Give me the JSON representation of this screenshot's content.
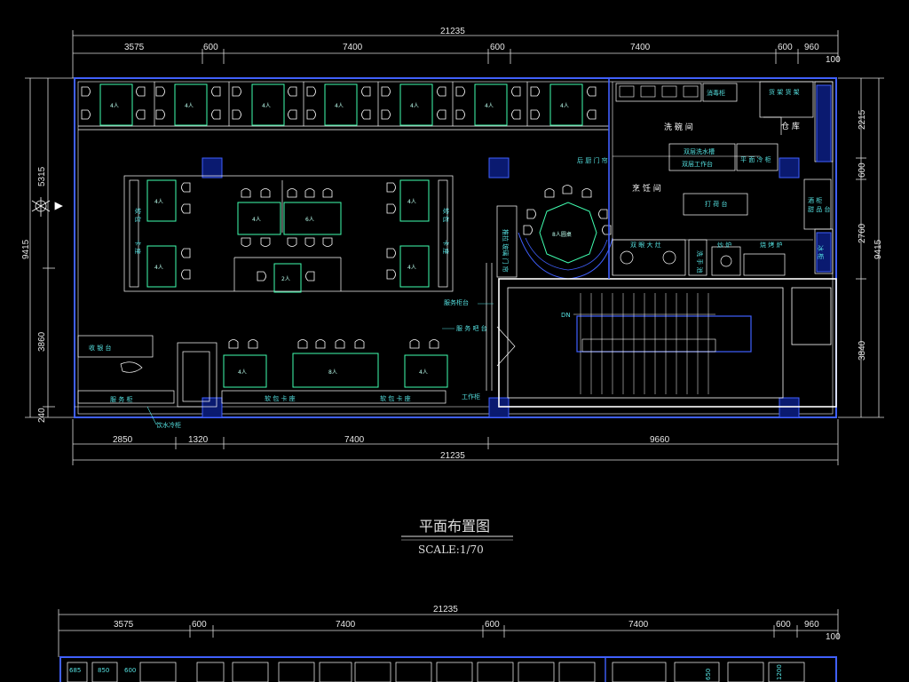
{
  "drawing": {
    "title": "平面布置图",
    "scale": "SCALE:1/70"
  },
  "dims": {
    "top_total": "21235",
    "top": [
      "3575",
      "600",
      "7400",
      "600",
      "7400",
      "600",
      "960"
    ],
    "top_right": "100",
    "bottom": [
      "2850",
      "1320",
      "7400",
      "9660"
    ],
    "bottom_total": "21235",
    "left_total": "9415",
    "left": [
      "5315",
      "3860",
      "240"
    ],
    "right_total": "9415",
    "right": [
      "2215",
      "600",
      "2760",
      "3840"
    ],
    "second_top_total": "21235",
    "second_top": [
      "3575",
      "600",
      "7400",
      "600",
      "7400",
      "600",
      "960"
    ],
    "second_right": "100",
    "second_sub": [
      "685",
      "850",
      "600"
    ],
    "second_misc": [
      "650",
      "1200"
    ]
  },
  "rooms": {
    "wash": "洗 碗 间",
    "storage": "仓 库",
    "cooking": "烹 饪 间",
    "dn": "DN"
  },
  "labels": {
    "disinfect": "消毒柜",
    "storage_rack": "货 架 货 架",
    "back_door": "后 厨 门 帘",
    "double_sink": "双层洗水槽",
    "double_workbench": "双层工作台",
    "flat_freezer": "平 面 冷 柜",
    "hit_table": "打 荷 台",
    "stove_fire": "双 眼 大 灶",
    "stove": "炒 炉",
    "cook_stove": "烧 烤 炉",
    "round_table": "8人圆桌",
    "hand_basin": "洗 手 池",
    "dessert": "甜 品 台",
    "beverage": "收 银 台",
    "window_screen": "推拉 玻璃 门 帘",
    "snack_counter": "服务柜台",
    "sofa_counter": "服 务 吧 台",
    "water_cooler": "饮水冷柜",
    "sofa_seat_1": "软 包 卡 座",
    "sofa_seat_2": "软 包 卡 座",
    "work_counter": "工作柜",
    "side_left_1": "软 包",
    "side_left_2": "卡 座",
    "side_right_1": "软 包",
    "side_right_2": "卡 座",
    "counter_left": "服 务 柜",
    "wine": "酒 柜",
    "fridge": "冰 柜"
  },
  "seats": {
    "booth": [
      "4人",
      "4人",
      "4人",
      "4人",
      "4人",
      "4人",
      "4人"
    ],
    "mid": [
      "4人",
      "4人",
      "4人",
      "6人",
      "4人",
      "4人",
      "2人"
    ],
    "bottom": [
      "4人",
      "8人",
      "4人"
    ]
  }
}
